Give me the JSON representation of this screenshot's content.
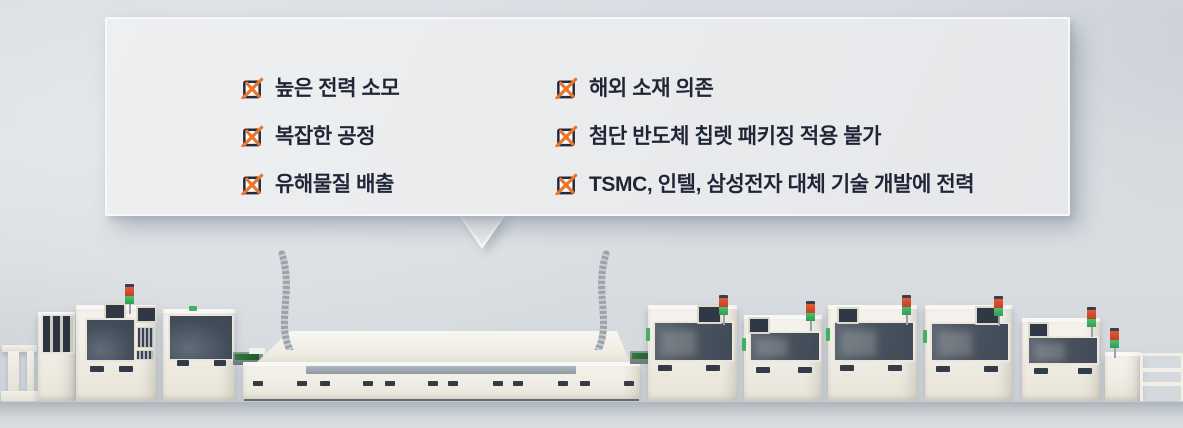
{
  "bubble": {
    "items_left": [
      {
        "icon": "x-checkbox-icon",
        "label": "높은 전력 소모"
      },
      {
        "icon": "x-checkbox-icon",
        "label": "복잡한 공정"
      },
      {
        "icon": "x-checkbox-icon",
        "label": "유해물질 배출"
      }
    ],
    "items_right": [
      {
        "icon": "x-checkbox-icon",
        "label": "해외 소재 의존"
      },
      {
        "icon": "x-checkbox-icon",
        "label": "첨단 반도체 칩렛 패키징 적용 불가"
      },
      {
        "icon": "x-checkbox-icon",
        "label": "TSMC, 인텔, 삼성전자 대체 기술 개발에 전력"
      }
    ]
  },
  "colors": {
    "accent_orange": "#e9772e",
    "text_navy": "#1f2637",
    "bubble_bg": "#eaebed",
    "signal_red": "#c43f27",
    "signal_green": "#2f9d50"
  },
  "scene": {
    "description": "SMT semiconductor production line with inspection machines and reflow oven"
  }
}
